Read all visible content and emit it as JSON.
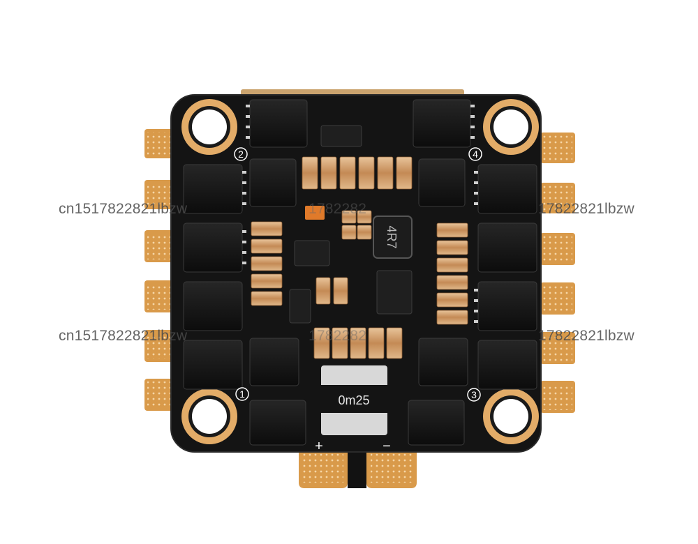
{
  "image": {
    "subject": "4-in-1 ESC board",
    "board_color": "#141414",
    "pad_color": "#d99a4a",
    "ring_color": "#e3ac68"
  },
  "labels": {
    "mount_1": "1",
    "mount_2": "2",
    "mount_3": "3",
    "mount_4": "4",
    "inductor_code": "4R7",
    "shunt_code": "0m25",
    "plus": "+",
    "minus": "−"
  },
  "watermark": {
    "text": "cn1517822821lbzw",
    "text_right": "17822821lbzw",
    "text_center_top": "1782282",
    "text_center_bottom": "1782282"
  }
}
